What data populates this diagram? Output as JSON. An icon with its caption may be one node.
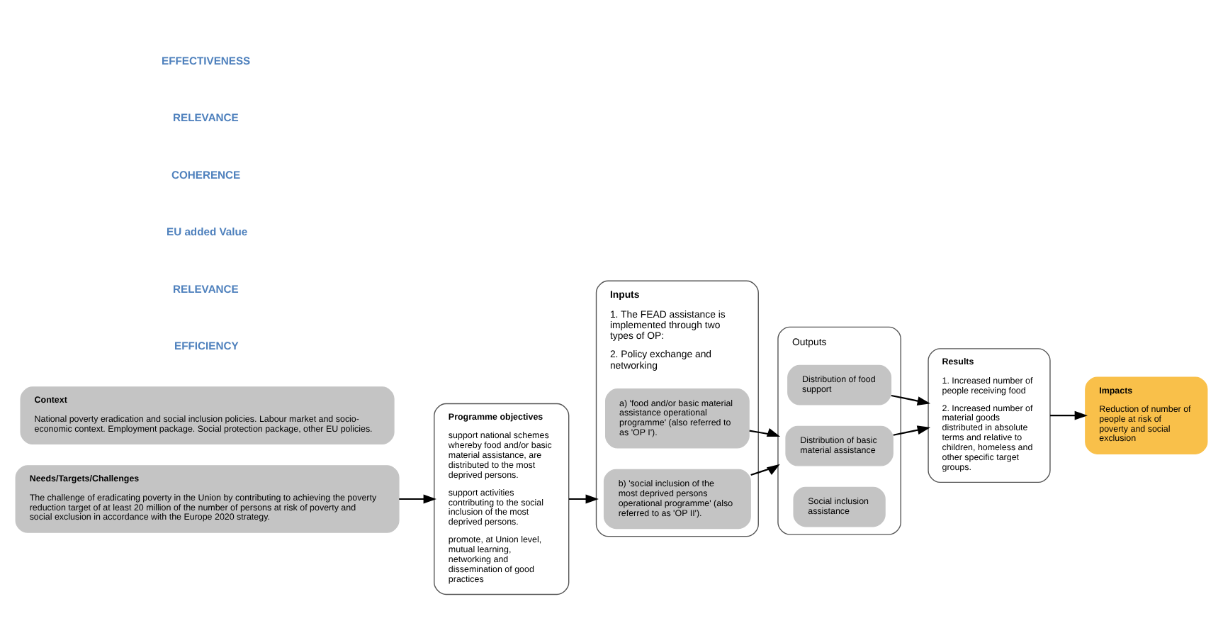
{
  "diagram": {
    "nodes": [
      {
        "text": [
          "Needs/Targets/Challenges",
          "The challenge of eradicating poverty in the Union by contributing to achieving the poverty reduction target of at least 20 million of the number of persons at risk of poverty and social exclusion in accordance with the Europe 2020 strategy."
        ]
      },
      {
        "text": [
          "Programme objectives",
          "support national schemes whereby food and/or basic material assistance, are distributed to the most deprived persons.",
          "support activities contributing to the social inclusion of the most deprived persons.",
          "promote, at Union level, mutual learning, networking and dissemination of good practices"
        ]
      },
      {
        "text": [
          "Inputs",
          "1. The FEAD assistance is implemented through two types of OP:",
          "2. Policy exchange and networking"
        ]
      },
      {
        "text": [
          "a) 'food and/or basic material assistance operational programme' (also referred to as 'OP I')."
        ],
        "in": 2
      },
      {
        "text": [
          "b) 'social inclusion of the most deprived persons operational programme' (also referred to as 'OP II')."
        ],
        "in": 2
      },
      {
        "text": [
          "Outputs"
        ]
      },
      {
        "text": [
          "Distribution of food support"
        ],
        "in": 5
      },
      {
        "text": [
          "Distribution of basic material assistance"
        ],
        "in": 5
      },
      {
        "text": [
          "Social inclusion assistance"
        ],
        "in": 5
      },
      {
        "text": [
          "Results",
          "1. Increased number of people receiving food",
          "2. Increased number of material goods distributed in absolute terms and relative to children, homeless and other specific target groups."
        ]
      },
      {
        "text": [
          "Impacts",
          "Reduction of number of people at risk of poverty and social exclusion"
        ]
      },
      {
        "text": [
          "Context",
          "National poverty eradication and social inclusion policies. Labour market and socio-economic context. Employment package. Social protection package, other EU policies."
        ]
      }
    ],
    "edges": [
      {
        "from": 0,
        "to": 1,
        "arrow": "to"
      },
      {
        "from": 1,
        "to": 2,
        "arrow": "to"
      },
      {
        "from": 3,
        "to": 5,
        "arrow": "to"
      },
      {
        "from": 4,
        "to": 5,
        "arrow": "to"
      },
      {
        "from": 6,
        "to": 9,
        "arrow": "to"
      },
      {
        "from": 7,
        "to": 9,
        "arrow": "to"
      },
      {
        "from": 9,
        "to": 10,
        "arrow": "to"
      }
    ],
    "labels": [
      "EFFICIENCY",
      "RELEVANCE",
      "EU added Value",
      "COHERENCE",
      "RELEVANCE",
      "EFFECTIVENESS"
    ]
  }
}
